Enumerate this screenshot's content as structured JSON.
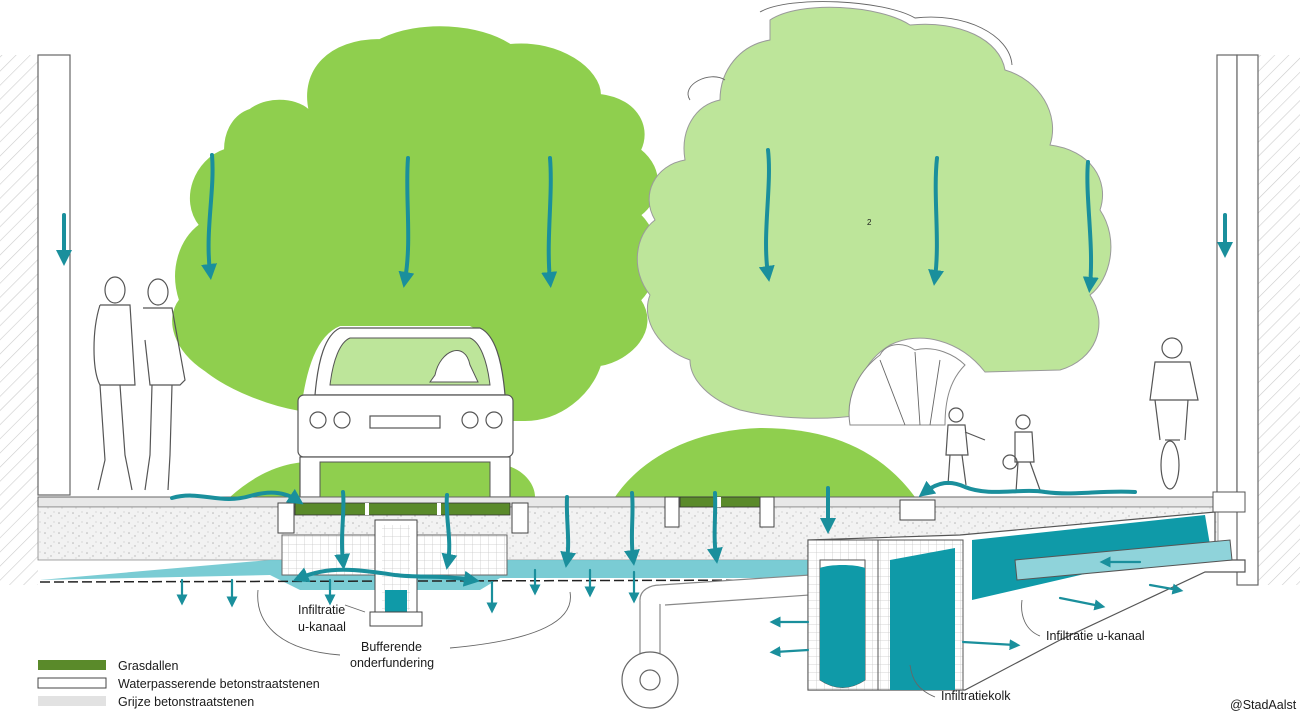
{
  "labels": {
    "infiltratie_ukanaal_left": [
      "Infiltratie",
      "u-kanaal"
    ],
    "bufferende": [
      "Bufferende",
      "onderfundering"
    ],
    "infiltratie_ukanaal_right": "Infiltratie u-kanaal",
    "infiltratiekolk": "Infiltratiekolk",
    "tree_marker": "2",
    "credit": "@StadAalst"
  },
  "legend": [
    {
      "label": "Grasdallen",
      "color": "#5a8a2a"
    },
    {
      "label": "Waterpasserende betonstraatstenen",
      "color": "#ffffff"
    },
    {
      "label": "Grijze betonstraatstenen",
      "color": "#e2e2e2"
    }
  ],
  "colors": {
    "tree_dark": "#8fcf4e",
    "tree_light": "#bde59a",
    "water": "#6cc6cf",
    "water_dark": "#0f9aa8",
    "arrow": "#1a8f9c",
    "grass_dark": "#5a8a2a"
  }
}
